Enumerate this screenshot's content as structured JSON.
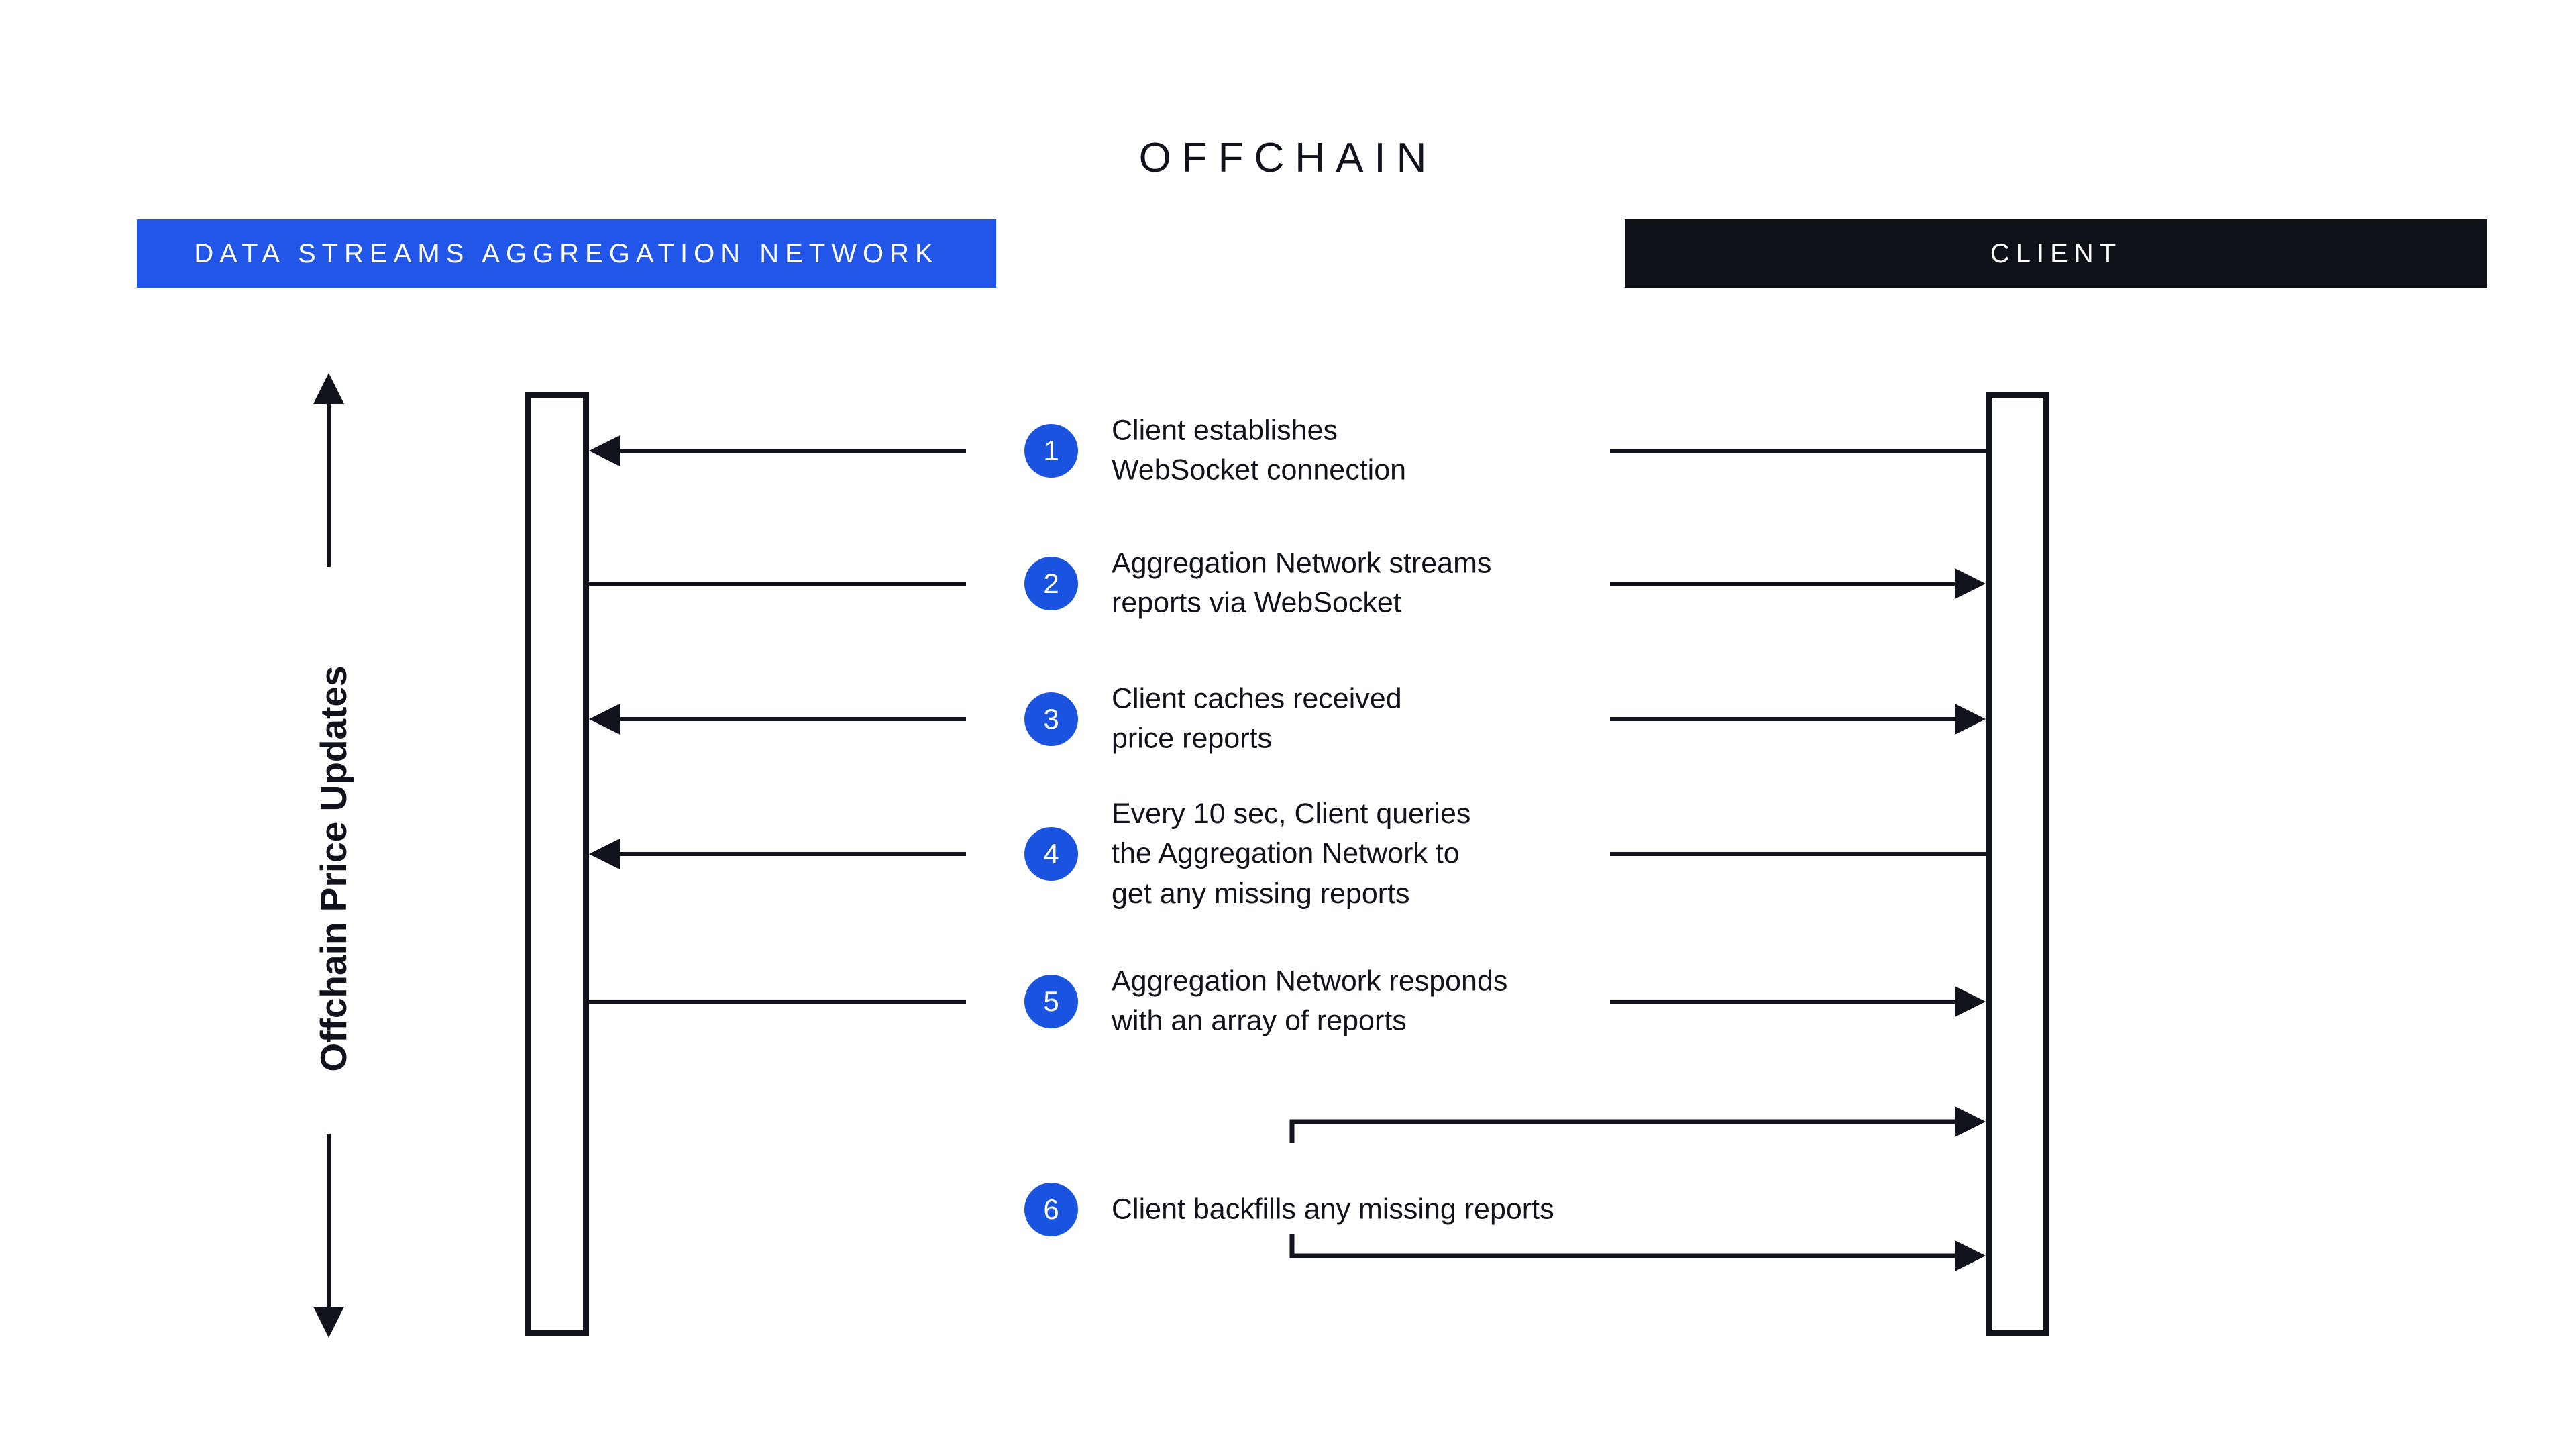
{
  "title": "OFFCHAIN",
  "participants": {
    "network": {
      "label": "DATA STREAMS AGGREGATION NETWORK",
      "color": "#2156E8"
    },
    "client": {
      "label": "CLIENT",
      "color": "#0E1118"
    }
  },
  "axis": {
    "label": "Offchain Price Updates"
  },
  "steps": [
    {
      "num": "1",
      "text": "Client establishes\nWebSocket connection",
      "direction": "client-to-network"
    },
    {
      "num": "2",
      "text": "Aggregation Network streams\nreports via WebSocket",
      "direction": "network-to-client"
    },
    {
      "num": "3",
      "text": "Client caches received\nprice reports",
      "direction": "both"
    },
    {
      "num": "4",
      "text": "Every 10 sec, Client queries\nthe Aggregation Network to\nget any missing reports",
      "direction": "client-to-network"
    },
    {
      "num": "5",
      "text": "Aggregation Network responds\nwith an array of reports",
      "direction": "network-to-client"
    },
    {
      "num": "6",
      "text": "Client backfills any missing reports",
      "direction": "client-self"
    }
  ],
  "colors": {
    "ink": "#10131C",
    "network_banner_blue": "#2156E8",
    "client_banner_black": "#0E1118",
    "badge_blue": "#1A53DF",
    "background": "#FFFFFF",
    "text_on_banner": "#FFFFFF"
  }
}
